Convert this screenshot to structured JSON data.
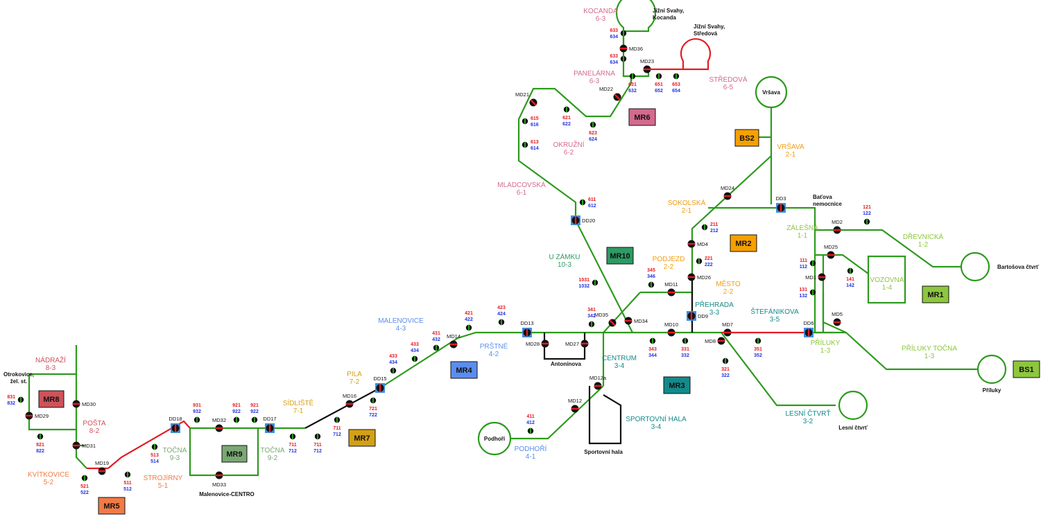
{
  "colors": {
    "line_green": "#2d9a1e",
    "line_red": "#e31b23",
    "line_black": "#111111",
    "dd_blue": "#3b8fe0",
    "detector_red": "#e31b23",
    "detector_blue": "#2233dd",
    "zone": {
      "1": "#8dc63f",
      "2": "#f39c12",
      "3": "#138a8a",
      "4": "#5b8def",
      "5": "#f27a46",
      "6": "#d46a8e",
      "7": "#d4a017",
      "8": "#d0525a",
      "9": "#7aa874",
      "10": "#2e9a64",
      "bs": "#f5a000",
      "bs1": "#8dc63f"
    }
  },
  "stops": [
    {
      "name": "KOCANDA",
      "zone": "6-3",
      "color": "#d46a8e"
    },
    {
      "name": "PANELÁRNA",
      "zone": "6-3",
      "color": "#d46a8e"
    },
    {
      "name": "STŘEDOVÁ",
      "zone": "6-5",
      "color": "#d46a8e"
    },
    {
      "name": "OKRUŽNÍ",
      "zone": "6-2",
      "color": "#d46a8e"
    },
    {
      "name": "MLADCOVSKÁ",
      "zone": "6-1",
      "color": "#d46a8e"
    },
    {
      "name": "VRŠAVA",
      "zone": "2-1",
      "color": "#f39c12"
    },
    {
      "name": "SOKOLSKÁ",
      "zone": "2-1",
      "color": "#f39c12"
    },
    {
      "name": "PODJEZD",
      "zone": "2-2",
      "color": "#f39c12"
    },
    {
      "name": "MĚSTO",
      "zone": "2-2",
      "color": "#f39c12"
    },
    {
      "name": "ZÁLEŠNÁ",
      "zone": "1-1",
      "color": "#8dc63f"
    },
    {
      "name": "DŘEVNICKÁ",
      "zone": "1-2",
      "color": "#8dc63f"
    },
    {
      "name": "VOZOVNA",
      "zone": "1-4",
      "color": "#8dc63f"
    },
    {
      "name": "PŘÍLUKY",
      "zone": "1-3",
      "color": "#8dc63f"
    },
    {
      "name": "PŘÍLUKY TOČNA",
      "zone": "1-3",
      "color": "#8dc63f"
    },
    {
      "name": "U ZÁMKU",
      "zone": "10-3",
      "color": "#2e9a64"
    },
    {
      "name": "PŘEHRADA",
      "zone": "3-3",
      "color": "#138a8a"
    },
    {
      "name": "ŠTEFÁNIKOVA",
      "zone": "3-5",
      "color": "#138a8a"
    },
    {
      "name": "CENTRUM",
      "zone": "3-4",
      "color": "#138a8a"
    },
    {
      "name": "SPORTOVNÍ HALA",
      "zone": "3-4",
      "color": "#138a8a"
    },
    {
      "name": "LESNÍ ČTVRŤ",
      "zone": "3-2",
      "color": "#138a8a"
    },
    {
      "name": "MALENOVICE",
      "zone": "4-3",
      "color": "#5b8def"
    },
    {
      "name": "PRŠTNÉ",
      "zone": "4-2",
      "color": "#5b8def"
    },
    {
      "name": "PODHOŘÍ",
      "zone": "4-1",
      "color": "#5b8def"
    },
    {
      "name": "PILA",
      "zone": "7-2",
      "color": "#d4a017"
    },
    {
      "name": "SÍDLIŠTĚ",
      "zone": "7-1",
      "color": "#d4a017"
    },
    {
      "name": "TOČNA",
      "zone": "9-3",
      "color": "#7aa874"
    },
    {
      "name": "TOČNA",
      "zone": "9-2",
      "color": "#7aa874"
    },
    {
      "name": "STROJÍRNY",
      "zone": "5-1",
      "color": "#f27a46"
    },
    {
      "name": "KVÍTKOVICE",
      "zone": "5-2",
      "color": "#f27a46"
    },
    {
      "name": "NÁDRAŽÍ",
      "zone": "8-3",
      "color": "#d0525a"
    },
    {
      "name": "POŠTA",
      "zone": "8-2",
      "color": "#d0525a"
    }
  ],
  "places": [
    "Jižní Svahy, Kocanda",
    "Jižní Svahy, Středová",
    "Vršava",
    "Baťova nemocnice",
    "Bartošova čtvrť",
    "Příluky",
    "Lesní čtvrť",
    "Sportovní hala",
    "Podhoří",
    "Antonínova",
    "Malenovice-CENTRO",
    "Otrokovice, žel. st."
  ],
  "regions": [
    {
      "id": "MR1",
      "color": "#8dc63f"
    },
    {
      "id": "MR2",
      "color": "#f5a000"
    },
    {
      "id": "MR3",
      "color": "#138a8a"
    },
    {
      "id": "MR4",
      "color": "#5b8def"
    },
    {
      "id": "MR5",
      "color": "#f27a46"
    },
    {
      "id": "MR6",
      "color": "#d46a8e"
    },
    {
      "id": "MR7",
      "color": "#d4a017"
    },
    {
      "id": "MR8",
      "color": "#d0525a"
    },
    {
      "id": "MR9",
      "color": "#7aa874"
    },
    {
      "id": "MR10",
      "color": "#2e9a64"
    },
    {
      "id": "BS1",
      "color": "#8dc63f"
    },
    {
      "id": "BS2",
      "color": "#f5a000"
    }
  ],
  "switches": [
    "MD36",
    "MD23",
    "MD22",
    "MD21",
    "MD24",
    "MD4",
    "MD26",
    "MD11",
    "MD35",
    "MD34",
    "MD10",
    "MD7",
    "MD8",
    "MD2",
    "MD25",
    "MD1",
    "MD5",
    "MD28",
    "MD27",
    "MD12a",
    "MD12",
    "MD14",
    "MD16",
    "MD32",
    "MD33",
    "MD30",
    "MD29",
    "MD31",
    "MD19"
  ],
  "dd_points": [
    "DD20",
    "DD3",
    "DD9",
    "DD13",
    "DD6",
    "DD15",
    "DD17",
    "DD18"
  ],
  "detector_pairs": [
    [
      "633",
      "634"
    ],
    [
      "633",
      "634"
    ],
    [
      "631",
      "632"
    ],
    [
      "651",
      "652"
    ],
    [
      "653",
      "654"
    ],
    [
      "621",
      "622"
    ],
    [
      "623",
      "624"
    ],
    [
      "615",
      "616"
    ],
    [
      "613",
      "614"
    ],
    [
      "611",
      "612"
    ],
    [
      "211",
      "212"
    ],
    [
      "221",
      "222"
    ],
    [
      "345",
      "346"
    ],
    [
      "121",
      "122"
    ],
    [
      "111",
      "112"
    ],
    [
      "141",
      "142"
    ],
    [
      "131",
      "132"
    ],
    [
      "1031",
      "1032"
    ],
    [
      "341",
      "342"
    ],
    [
      "343",
      "344"
    ],
    [
      "331",
      "332"
    ],
    [
      "351",
      "352"
    ],
    [
      "321",
      "322"
    ],
    [
      "423",
      "424"
    ],
    [
      "421",
      "422"
    ],
    [
      "431",
      "432"
    ],
    [
      "433",
      "434"
    ],
    [
      "433",
      "434"
    ],
    [
      "721",
      "722"
    ],
    [
      "711",
      "712"
    ],
    [
      "711",
      "712"
    ],
    [
      "711",
      "712"
    ],
    [
      "411",
      "412"
    ],
    [
      "931",
      "932"
    ],
    [
      "921",
      "922"
    ],
    [
      "921",
      "922"
    ],
    [
      "513",
      "514"
    ],
    [
      "511",
      "512"
    ],
    [
      "521",
      "522"
    ],
    [
      "821",
      "822"
    ],
    [
      "831",
      "832"
    ]
  ]
}
